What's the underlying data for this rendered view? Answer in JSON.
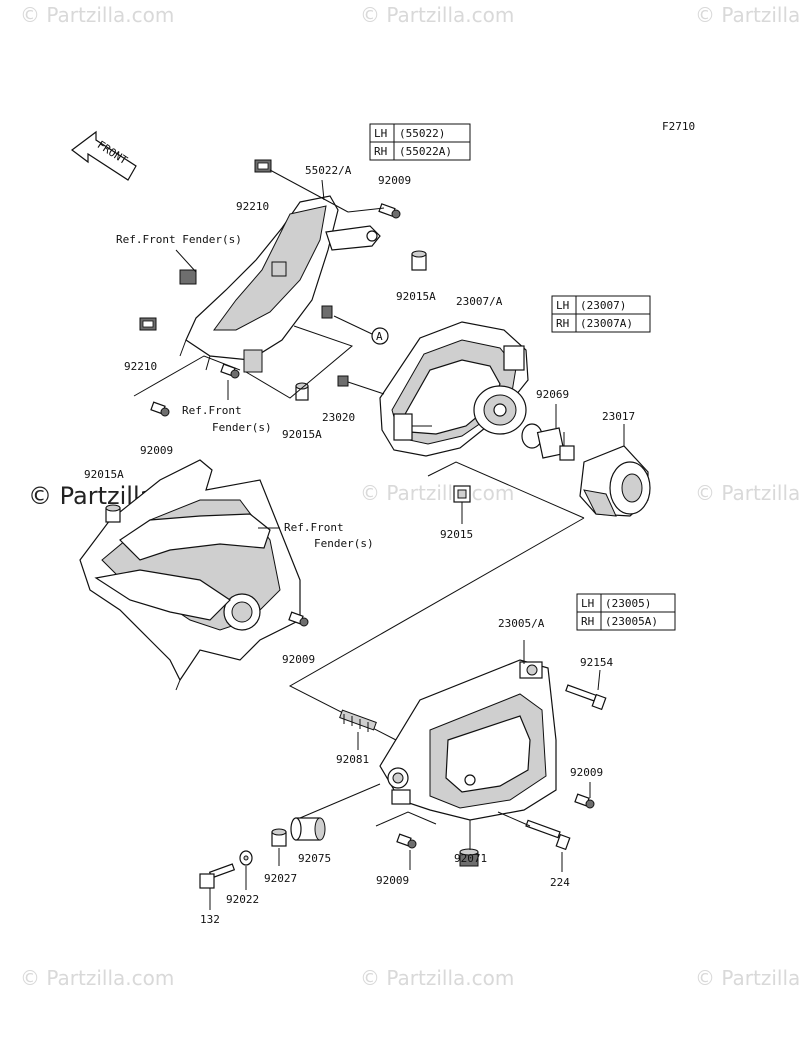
{
  "figure_code": "F2710",
  "front_arrow_label": "FRONT",
  "watermark": {
    "text": "© Partzilla.com",
    "highlight_text": "© Partzilla.com"
  },
  "tables": [
    {
      "rows": [
        {
          "side": "LH",
          "part": "(55022)"
        },
        {
          "side": "RH",
          "part": "(55022A)"
        }
      ]
    },
    {
      "rows": [
        {
          "side": "LH",
          "part": "(23007)"
        },
        {
          "side": "RH",
          "part": "(23007A)"
        }
      ]
    },
    {
      "rows": [
        {
          "side": "LH",
          "part": "(23005)"
        },
        {
          "side": "RH",
          "part": "(23005A)"
        }
      ]
    }
  ],
  "callout_a": "A",
  "labels": {
    "p55022": "55022/A",
    "p92009_a": "92009",
    "p92210_a": "92210",
    "ref_front_fender_1": "Ref.Front Fender(s)",
    "p92015A_a": "92015A",
    "p23007": "23007/A",
    "p92210_b": "92210",
    "p92009_b": "92009",
    "ref_front_fender_2a": "Ref.Front",
    "ref_front_fender_2b": "Fender(s)",
    "p92015A_b": "92015A",
    "p23020": "23020",
    "p92069": "92069",
    "p23017": "23017",
    "p92015A_c": "92015A",
    "ref_front_fender_3a": "Ref.Front",
    "ref_front_fender_3b": "Fender(s)",
    "p92015": "92015",
    "p92009_c": "92009",
    "p23005": "23005/A",
    "p92154": "92154",
    "p92081": "92081",
    "p92009_d": "92009",
    "p92075": "92075",
    "p92027": "92027",
    "p92022": "92022",
    "p132": "132",
    "p92009_e": "92009",
    "p92071": "92071",
    "p224": "224"
  }
}
